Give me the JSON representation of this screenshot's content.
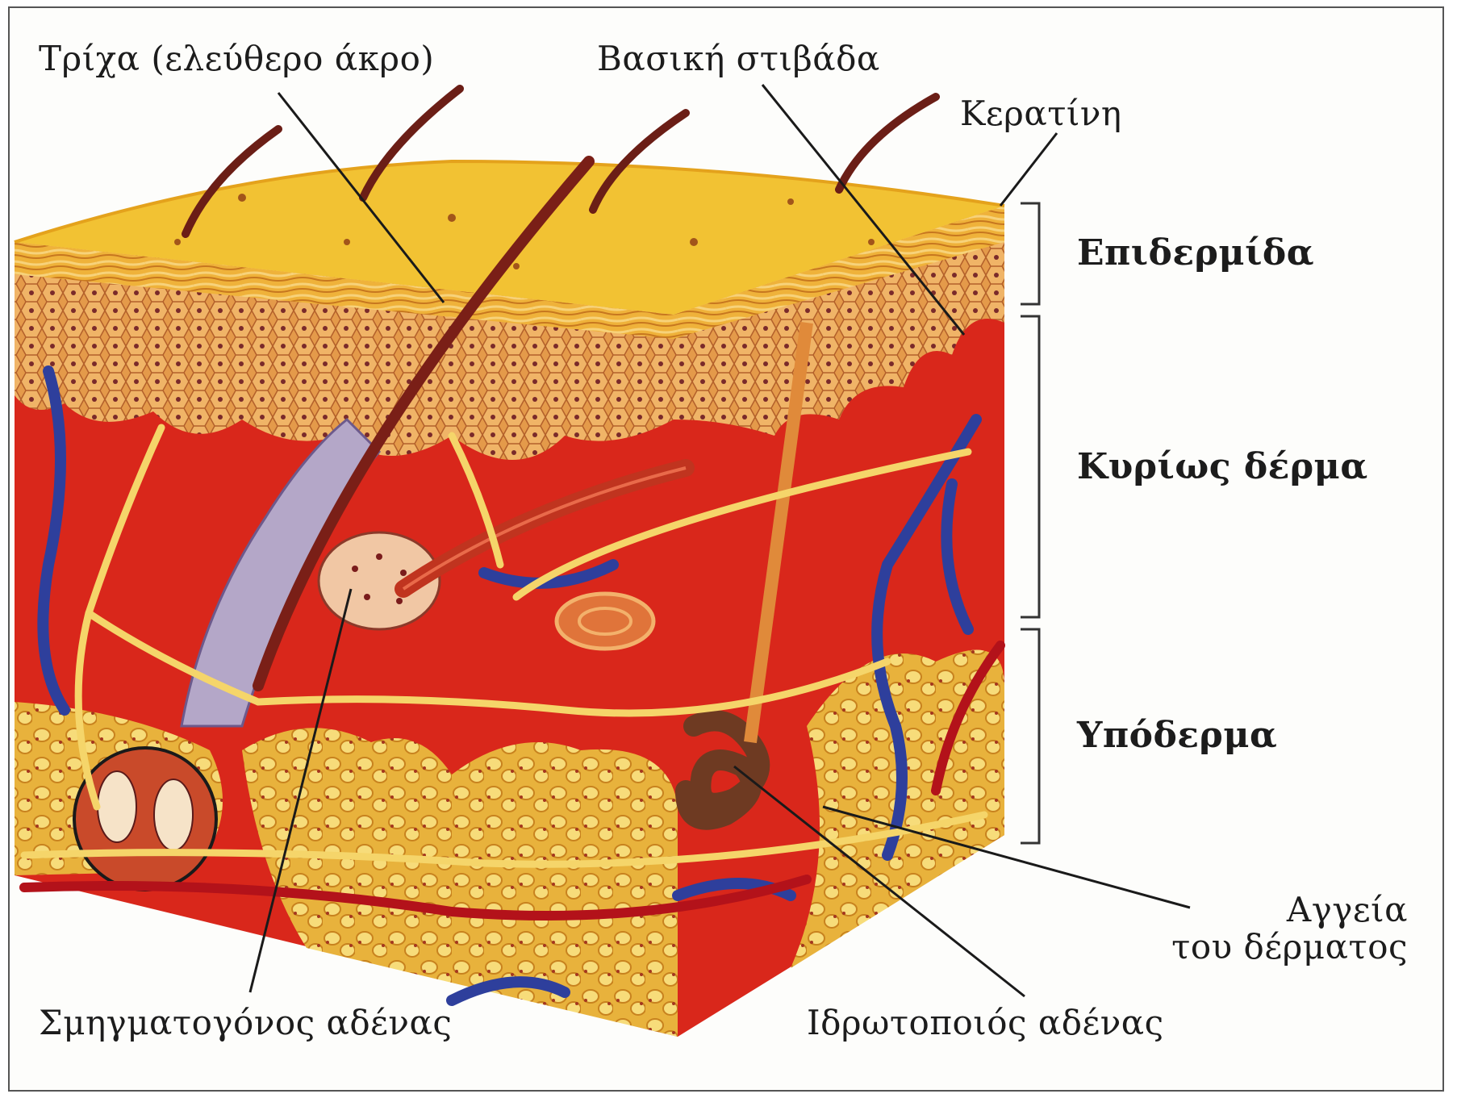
{
  "labels": {
    "hair": "Τρίχα (ελεύθερο άκρο)",
    "basal_layer": "Βασική στιβάδα",
    "keratin": "Κερατίνη",
    "epidermis": "Επιδερμίδα",
    "dermis": "Κυρίως δέρμα",
    "hypodermis": "Υπόδερμα",
    "vessels_line1": "Αγγεία",
    "vessels_line2": "του δέρματος",
    "sebaceous_gland": "Σμηγματογόνος αδένας",
    "sweat_gland": "Ιδρωτοποιός αδένας"
  },
  "colors": {
    "epidermis_surface": "#f2c233",
    "epidermis_layer": "#e9a23a",
    "dermis": "#d9271b",
    "hypodermis_fat": "#f0c44a",
    "artery": "#c8161a",
    "vein": "#2e3f9c",
    "nerve": "#f5d56a",
    "hair": "#6b1e16"
  }
}
